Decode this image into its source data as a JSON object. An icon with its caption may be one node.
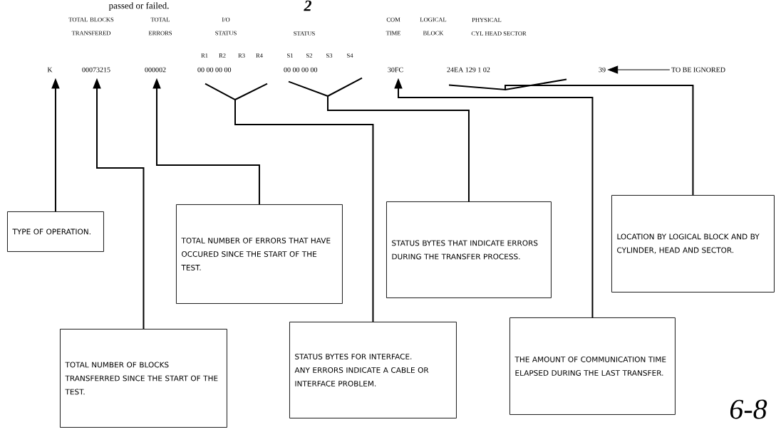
{
  "diagram": {
    "nodes": [
      {
        "text": [
          "K"
        ]
      },
      {
        "text": [
          "00073215"
        ]
      },
      {
        "text": [
          "000002"
        ]
      },
      {
        "text": [
          "00 00 00 00"
        ]
      },
      {
        "text": [
          "00 00 00 00"
        ]
      },
      {
        "text": [
          "30FC"
        ]
      },
      {
        "text": [
          "24EA 129 1 02"
        ]
      },
      {
        "text": [
          "39"
        ]
      },
      {
        "text": [
          "TO BE IGNORED"
        ]
      },
      {
        "text": [
          "TYPE OF OPERATION."
        ]
      },
      {
        "text": [
          "TOTAL NUMBER OF ERRORS THAT HAVE OCCURED SINCE THE START OF THE TEST."
        ]
      },
      {
        "text": [
          "STATUS BYTES THAT INDICATE ERRORS DURING THE TRANSFER PROCESS."
        ]
      },
      {
        "text": [
          "LOCATION BY LOGICAL BLOCK AND BY CYLINDER, HEAD AND SECTOR."
        ]
      },
      {
        "text": [
          "TOTAL NUMBER OF BLOCKS TRANSFERRED SINCE THE START OF THE TEST."
        ]
      },
      {
        "text": [
          "STATUS BYTES FOR INTERFACE. ANY ERRORS INDICATE A CABLE OR INTERFACE PROBLEM."
        ]
      },
      {
        "text": [
          "THE AMOUNT OF COMMUNICATION TIME ELAPSED DURING THE LAST TRANSFER."
        ]
      }
    ],
    "edges": [
      {
        "from": 9,
        "to": 0,
        "arrow": "to"
      },
      {
        "from": 13,
        "to": 1,
        "arrow": "to"
      },
      {
        "from": 10,
        "to": 2,
        "arrow": "to"
      },
      {
        "from": 14,
        "to": 3,
        "arrow": "none"
      },
      {
        "from": 11,
        "to": 4,
        "arrow": "none"
      },
      {
        "from": 15,
        "to": 5,
        "arrow": "to"
      },
      {
        "from": 12,
        "to": 6,
        "arrow": "none"
      },
      {
        "from": 8,
        "to": 7,
        "arrow": "to"
      }
    ],
    "labels": [
      "passed or failed.",
      "2",
      "TOTAL BLOCKS TRANSFERED",
      "TOTAL ERRORS",
      "I/O STATUS",
      "STATUS",
      "COM TIME",
      "LOGICAL BLOCK",
      "PHYSICAL",
      "CYL HEAD SECTOR",
      "R1",
      "R2",
      "R3",
      "R4",
      "S1",
      "S2",
      "S3",
      "S4",
      "6-8"
    ]
  }
}
